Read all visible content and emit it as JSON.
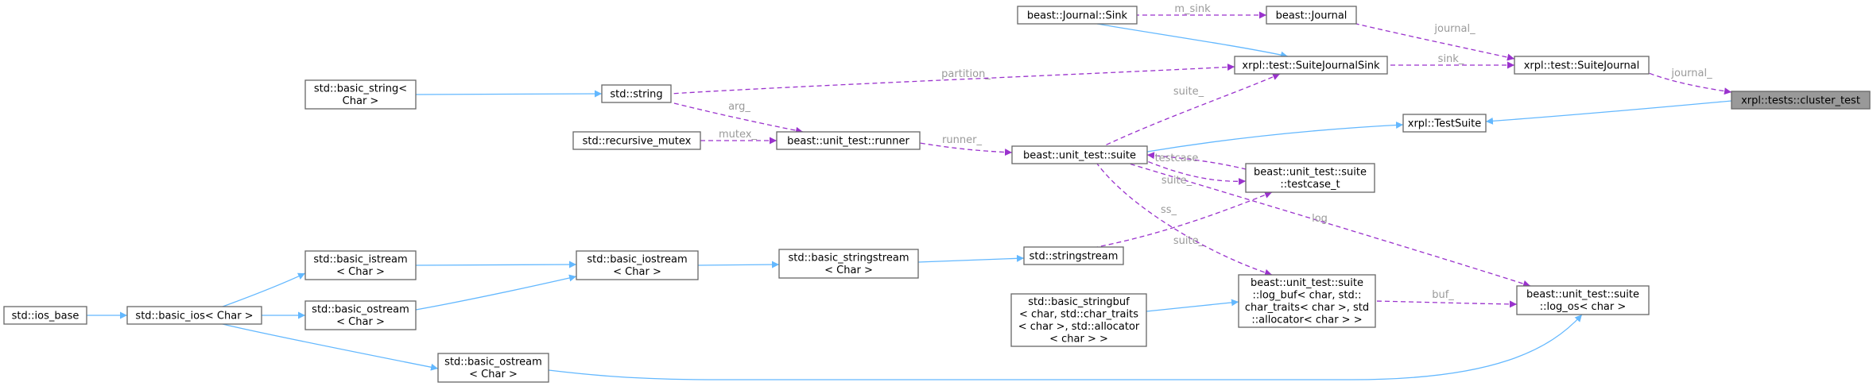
{
  "nodes": [
    {
      "id": "cluster_test",
      "lines": [
        "xrpl::tests::cluster_test"
      ],
      "highlight": true
    },
    {
      "id": "TestSuite",
      "lines": [
        "xrpl::TestSuite"
      ]
    },
    {
      "id": "SuiteJournal",
      "lines": [
        "xrpl::test::SuiteJournal"
      ]
    },
    {
      "id": "SuiteJournalSink",
      "lines": [
        "xrpl::test::SuiteJournalSink"
      ]
    },
    {
      "id": "Journal",
      "lines": [
        "beast::Journal"
      ]
    },
    {
      "id": "Sink",
      "lines": [
        "beast::Journal::Sink"
      ]
    },
    {
      "id": "suite",
      "lines": [
        "beast::unit_test::suite"
      ]
    },
    {
      "id": "runner",
      "lines": [
        "beast::unit_test::runner"
      ]
    },
    {
      "id": "string",
      "lines": [
        "std::string"
      ]
    },
    {
      "id": "basic_string",
      "lines": [
        "std::basic_string<",
        "Char >"
      ]
    },
    {
      "id": "recursive_mutex",
      "lines": [
        "std::recursive_mutex"
      ]
    },
    {
      "id": "testcase_t",
      "lines": [
        "beast::unit_test::suite",
        "::testcase_t"
      ]
    },
    {
      "id": "stringstream",
      "lines": [
        "std::stringstream"
      ]
    },
    {
      "id": "basic_stringstream",
      "lines": [
        "std::basic_stringstream",
        "< Char >"
      ]
    },
    {
      "id": "basic_iostream",
      "lines": [
        "std::basic_iostream",
        "< Char >"
      ]
    },
    {
      "id": "basic_istream",
      "lines": [
        "std::basic_istream",
        "< Char >"
      ]
    },
    {
      "id": "basic_ostream_a",
      "lines": [
        "std::basic_ostream",
        "< Char >"
      ]
    },
    {
      "id": "basic_ios",
      "lines": [
        "std::basic_ios< Char >"
      ]
    },
    {
      "id": "ios_base",
      "lines": [
        "std::ios_base"
      ]
    },
    {
      "id": "basic_ostream_b",
      "lines": [
        "std::basic_ostream",
        "< Char >"
      ]
    },
    {
      "id": "log_buf",
      "lines": [
        "beast::unit_test::suite",
        "::log_buf< char, std::",
        "char_traits< char >, std",
        "::allocator< char > >"
      ]
    },
    {
      "id": "basic_stringbuf",
      "lines": [
        "std::basic_stringbuf",
        "< char, std::char_traits",
        "< char >, std::allocator",
        "< char > >"
      ]
    },
    {
      "id": "log_os",
      "lines": [
        "beast::unit_test::suite",
        "::log_os< char >"
      ]
    }
  ],
  "edges": [
    {
      "from": "TestSuite",
      "to": "cluster_test",
      "kind": "inheritance",
      "label": ""
    },
    {
      "from": "SuiteJournal",
      "to": "cluster_test",
      "kind": "usage",
      "label": "journal_"
    },
    {
      "from": "suite",
      "to": "TestSuite",
      "kind": "inheritance",
      "label": ""
    },
    {
      "from": "Journal",
      "to": "SuiteJournal",
      "kind": "usage",
      "label": "journal_"
    },
    {
      "from": "SuiteJournalSink",
      "to": "SuiteJournal",
      "kind": "usage",
      "label": "sink_"
    },
    {
      "from": "Sink",
      "to": "Journal",
      "kind": "usage",
      "label": "m_sink"
    },
    {
      "from": "Sink",
      "to": "SuiteJournalSink",
      "kind": "inheritance",
      "label": ""
    },
    {
      "from": "suite",
      "to": "SuiteJournalSink",
      "kind": "usage",
      "label": "suite_"
    },
    {
      "from": "string",
      "to": "SuiteJournalSink",
      "kind": "usage",
      "label": "partition_"
    },
    {
      "from": "basic_string",
      "to": "string",
      "kind": "inheritance",
      "label": ""
    },
    {
      "from": "string",
      "to": "runner",
      "kind": "usage",
      "label": "arg_"
    },
    {
      "from": "recursive_mutex",
      "to": "runner",
      "kind": "usage",
      "label": "mutex_"
    },
    {
      "from": "runner",
      "to": "suite",
      "kind": "usage",
      "label": "runner_"
    },
    {
      "from": "testcase_t",
      "to": "suite",
      "kind": "usage",
      "label": "testcase"
    },
    {
      "from": "suite",
      "to": "testcase_t",
      "kind": "usage",
      "label": "suite_"
    },
    {
      "from": "stringstream",
      "to": "testcase_t",
      "kind": "usage",
      "label": "ss_"
    },
    {
      "from": "log_os",
      "to": "suite",
      "kind": "usage",
      "label": "log"
    },
    {
      "from": "suite",
      "to": "log_buf",
      "kind": "usage",
      "label": "suite_"
    },
    {
      "from": "basic_stringstream",
      "to": "stringstream",
      "kind": "inheritance",
      "label": ""
    },
    {
      "from": "basic_iostream",
      "to": "basic_stringstream",
      "kind": "inheritance",
      "label": ""
    },
    {
      "from": "basic_istream",
      "to": "basic_iostream",
      "kind": "inheritance",
      "label": ""
    },
    {
      "from": "basic_ostream_a",
      "to": "basic_iostream",
      "kind": "inheritance",
      "label": ""
    },
    {
      "from": "basic_ios",
      "to": "basic_istream",
      "kind": "inheritance",
      "label": ""
    },
    {
      "from": "basic_ios",
      "to": "basic_ostream_a",
      "kind": "inheritance",
      "label": ""
    },
    {
      "from": "basic_ios",
      "to": "basic_ostream_b",
      "kind": "inheritance",
      "label": ""
    },
    {
      "from": "ios_base",
      "to": "basic_ios",
      "kind": "inheritance",
      "label": ""
    },
    {
      "from": "basic_stringbuf",
      "to": "log_buf",
      "kind": "inheritance",
      "label": ""
    },
    {
      "from": "log_buf",
      "to": "log_os",
      "kind": "usage",
      "label": "buf_"
    },
    {
      "from": "basic_ostream_b",
      "to": "log_os",
      "kind": "inheritance",
      "label": ""
    }
  ],
  "colors": {
    "inheritance": "#63b8ff",
    "usage": "#9a32cd",
    "label": "#9a9a9a",
    "node_border": "#666666",
    "highlight_fill": "#999999"
  }
}
